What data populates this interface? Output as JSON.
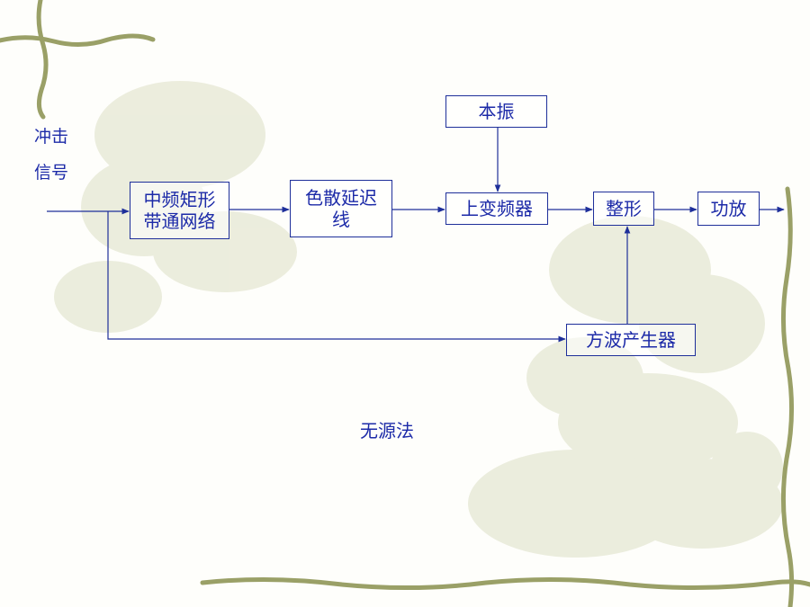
{
  "diagram": {
    "input_label": [
      "冲击",
      "信号"
    ],
    "nodes": {
      "if_filter": [
        "中频矩形",
        "带通网络"
      ],
      "dispersive_delay": [
        "色散延迟",
        "线"
      ],
      "local_osc": "本振",
      "upconverter": "上变频器",
      "shaper": "整形",
      "power_amp": "功放",
      "square_gen": "方波产生器"
    },
    "caption": "无源法"
  },
  "colors": {
    "stroke": "#1e2f9a",
    "text": "#1c2aa8",
    "decor_vine": "#9aa067",
    "decor_flower": "#e4e6d2"
  }
}
